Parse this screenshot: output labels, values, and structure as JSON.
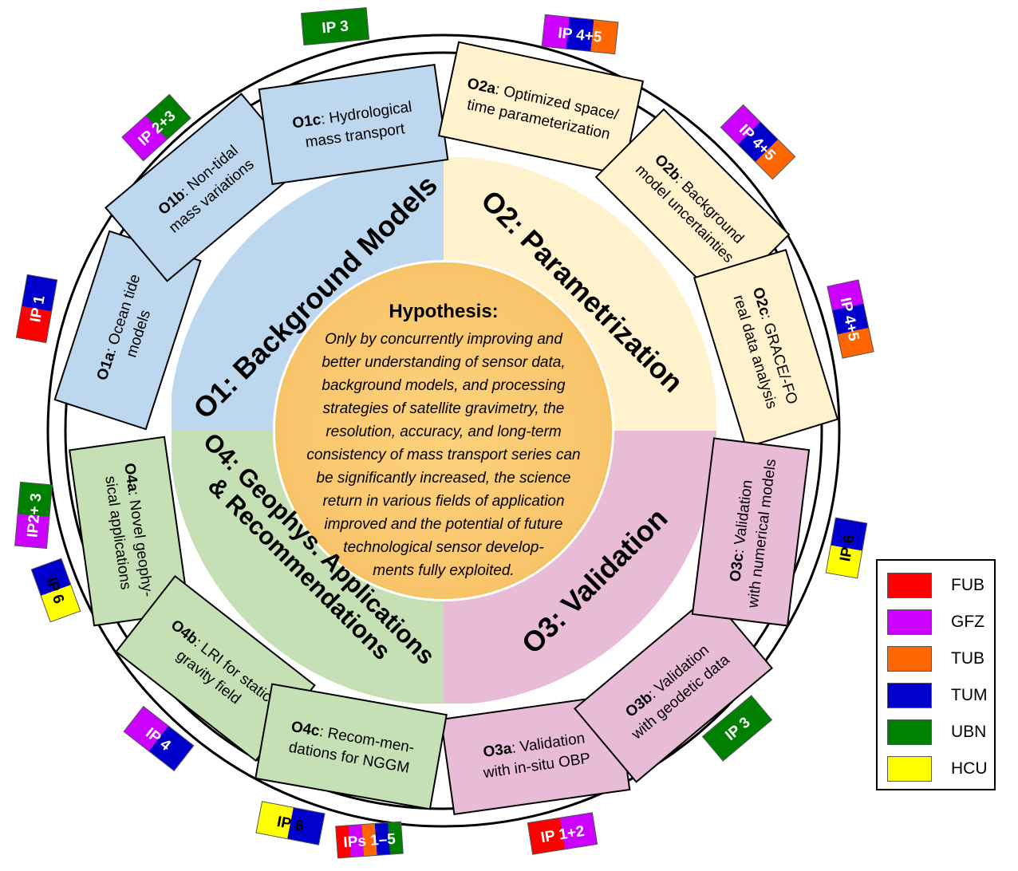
{
  "hypothesis": {
    "title": "Hypothesis:",
    "lines": [
      "Only by concurrently improving and",
      "better understanding of sensor data,",
      "background models, and processing",
      "strategies of satellite gravimetry, the",
      "resolution, accuracy, and long-term",
      "consistency of mass transport series can",
      "be significantly increased, the science",
      "return in various fields of application",
      "improved and the potential of future",
      "technological sensor develop-",
      "ments fully exploited."
    ]
  },
  "objectives": [
    {
      "id": "O1",
      "lines": [
        "O1: Background Models"
      ],
      "color": "#bdd7ee"
    },
    {
      "id": "O2",
      "lines": [
        "O2: Parametrization"
      ],
      "color": "#fff2cc"
    },
    {
      "id": "O3",
      "lines": [
        "O3: Validation"
      ],
      "color": "#e8bcd6"
    },
    {
      "id": "O4",
      "lines": [
        "O4: Geophys. Applications",
        "& Recommendations"
      ],
      "color": "#c5e0b4"
    }
  ],
  "sub_objectives": [
    {
      "id": "O1a",
      "code": "O1a",
      "lines": [
        ": Ocean tide",
        "models"
      ]
    },
    {
      "id": "O1b",
      "code": "O1b",
      "lines": [
        ": Non-tidal",
        "mass variations"
      ]
    },
    {
      "id": "O1c",
      "code": "O1c",
      "lines": [
        ": Hydrological",
        "mass transport"
      ]
    },
    {
      "id": "O2a",
      "code": "O2a",
      "lines": [
        ": Optimized space/",
        "time parameterization"
      ]
    },
    {
      "id": "O2b",
      "code": "O2b",
      "lines": [
        ": Background",
        "model uncertainties"
      ]
    },
    {
      "id": "O2c",
      "code": "O2c",
      "lines": [
        ": GRACE/-FO",
        "real data analysis"
      ]
    },
    {
      "id": "O3a",
      "code": "O3a",
      "lines": [
        ": Validation",
        "with in-situ OBP"
      ]
    },
    {
      "id": "O3b",
      "code": "O3b",
      "lines": [
        ": Validation",
        "with geodetic data"
      ]
    },
    {
      "id": "O3c",
      "code": "O3c",
      "lines": [
        ": Validation",
        "with numerical models"
      ]
    },
    {
      "id": "O4a",
      "code": "O4a",
      "lines": [
        ": Novel geophy-",
        "sical applications"
      ]
    },
    {
      "id": "O4b",
      "code": "O4b",
      "lines": [
        ": LRI for  static",
        "gravity field"
      ]
    },
    {
      "id": "O4c",
      "code": "O4c",
      "lines": [
        ": Recom-men-",
        "dations for NGGM"
      ]
    }
  ],
  "partner_tags": [
    {
      "label": "IP 3",
      "partners": [
        "UBN"
      ]
    },
    {
      "label": "IP 4+5",
      "partners": [
        "GFZ",
        "TUM",
        "TUB"
      ]
    },
    {
      "label": "IP 2+3",
      "partners": [
        "GFZ",
        "UBN"
      ]
    },
    {
      "label": "IP 4+5",
      "partners": [
        "GFZ",
        "TUM",
        "TUB"
      ]
    },
    {
      "label": "IP 1",
      "partners": [
        "FUB",
        "TUM"
      ]
    },
    {
      "label": "IP 4+5",
      "partners": [
        "GFZ",
        "TUM",
        "TUB"
      ]
    },
    {
      "label": "IP2+ 3",
      "partners": [
        "GFZ",
        "UBN"
      ]
    },
    {
      "label": "IP 6",
      "partners": [
        "TUM",
        "HCU"
      ]
    },
    {
      "label": "IP 6",
      "partners": [
        "HCU",
        "TUM"
      ]
    },
    {
      "label": "IP 3",
      "partners": [
        "UBN"
      ]
    },
    {
      "label": "IP 4",
      "partners": [
        "GFZ",
        "TUM"
      ]
    },
    {
      "label": "IP 6",
      "partners": [
        "HCU",
        "TUM"
      ]
    },
    {
      "label": "IPs 1–5",
      "partners": [
        "FUB",
        "GFZ",
        "TUB",
        "TUM",
        "UBN"
      ]
    },
    {
      "label": "IP 1+2",
      "partners": [
        "FUB",
        "GFZ"
      ]
    }
  ],
  "legend": [
    {
      "key": "FUB",
      "label": "FUB",
      "color": "#ff0000"
    },
    {
      "key": "GFZ",
      "label": "GFZ",
      "color": "#cc00ff"
    },
    {
      "key": "TUB",
      "label": "TUB",
      "color": "#ff6600"
    },
    {
      "key": "TUM",
      "label": "TUM",
      "color": "#0000cc"
    },
    {
      "key": "UBN",
      "label": "UBN",
      "color": "#008000"
    },
    {
      "key": "HCU",
      "label": "HCU",
      "color": "#ffff00"
    }
  ]
}
